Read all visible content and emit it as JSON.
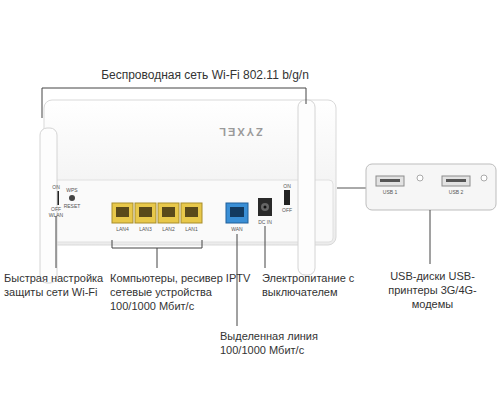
{
  "diagram": {
    "labels": [
      "Беспроводная сеть Wi-Fi 802.11 b/g/n",
      "ZYXEL",
      "ON",
      "WPS",
      "OFF",
      "RESET",
      "WLAN",
      "LAN4",
      "LAN3",
      "LAN2",
      "LAN1",
      "WAN",
      "DC IN",
      "ON",
      "OFF",
      "USB 1",
      "USB 2",
      "Быстрая настройка защиты сети Wi-Fi",
      "Компьютеры, ресивер IPTV сетевые устройства 100/1000 Мбит/с",
      "Электропитание с выключателем",
      "Выделенная линия 100/1000 Мбит/с",
      "USB-диски USB-принтеры 3G/4G-модемы"
    ]
  }
}
